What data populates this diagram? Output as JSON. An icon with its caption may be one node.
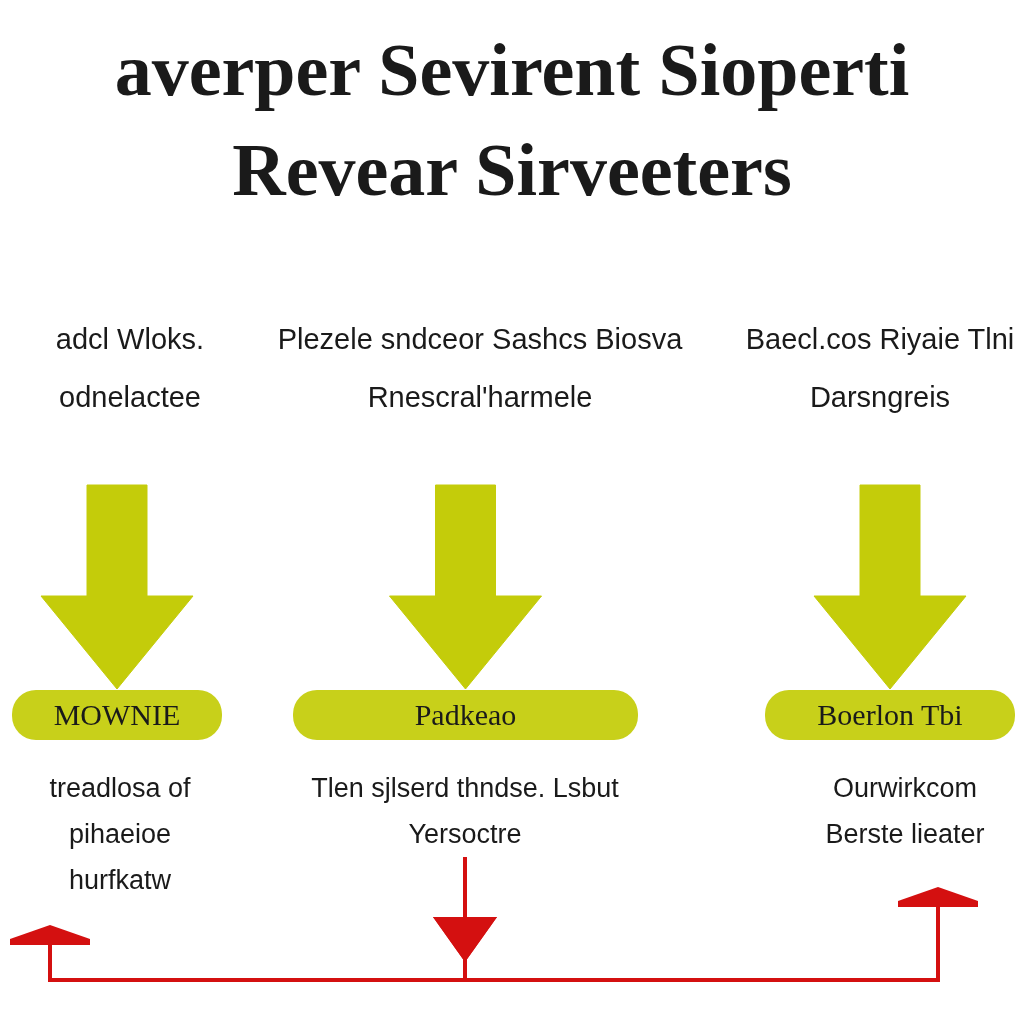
{
  "diagram": {
    "title": "averper Sevirent Sioperti Revear Sirveeters",
    "nodes": [
      {
        "text": [
          "adcl Wloks. odnelactee"
        ]
      },
      {
        "text": [
          "Plezele sndceor Sashcs Biosva Rnescral'harmele"
        ]
      },
      {
        "text": [
          "Baecl.cos Riyaie Tlni Darsngreis"
        ]
      },
      {
        "text": [
          "MOWNIE"
        ]
      },
      {
        "text": [
          "Padkeao"
        ]
      },
      {
        "text": [
          "Boerlon Tbi"
        ]
      },
      {
        "text": [
          "treadlosa of pihaeioe hurfkatw"
        ]
      },
      {
        "text": [
          "Tlen sjlserd thndse. Lsbut Yersoctre"
        ]
      },
      {
        "text": [
          "Ourwirkcom Berste lieater"
        ]
      }
    ],
    "edges": [
      {
        "from": 0,
        "to": 3,
        "arrow": "to",
        "style": "thick"
      },
      {
        "from": 1,
        "to": 4,
        "arrow": "to",
        "style": "thick"
      },
      {
        "from": 2,
        "to": 5,
        "arrow": "to",
        "style": "thick"
      },
      {
        "from": 7,
        "to": 6,
        "arrow": "to",
        "color": "#d41010"
      },
      {
        "from": 7,
        "to": 8,
        "arrow": "to",
        "color": "#d41010"
      }
    ]
  }
}
